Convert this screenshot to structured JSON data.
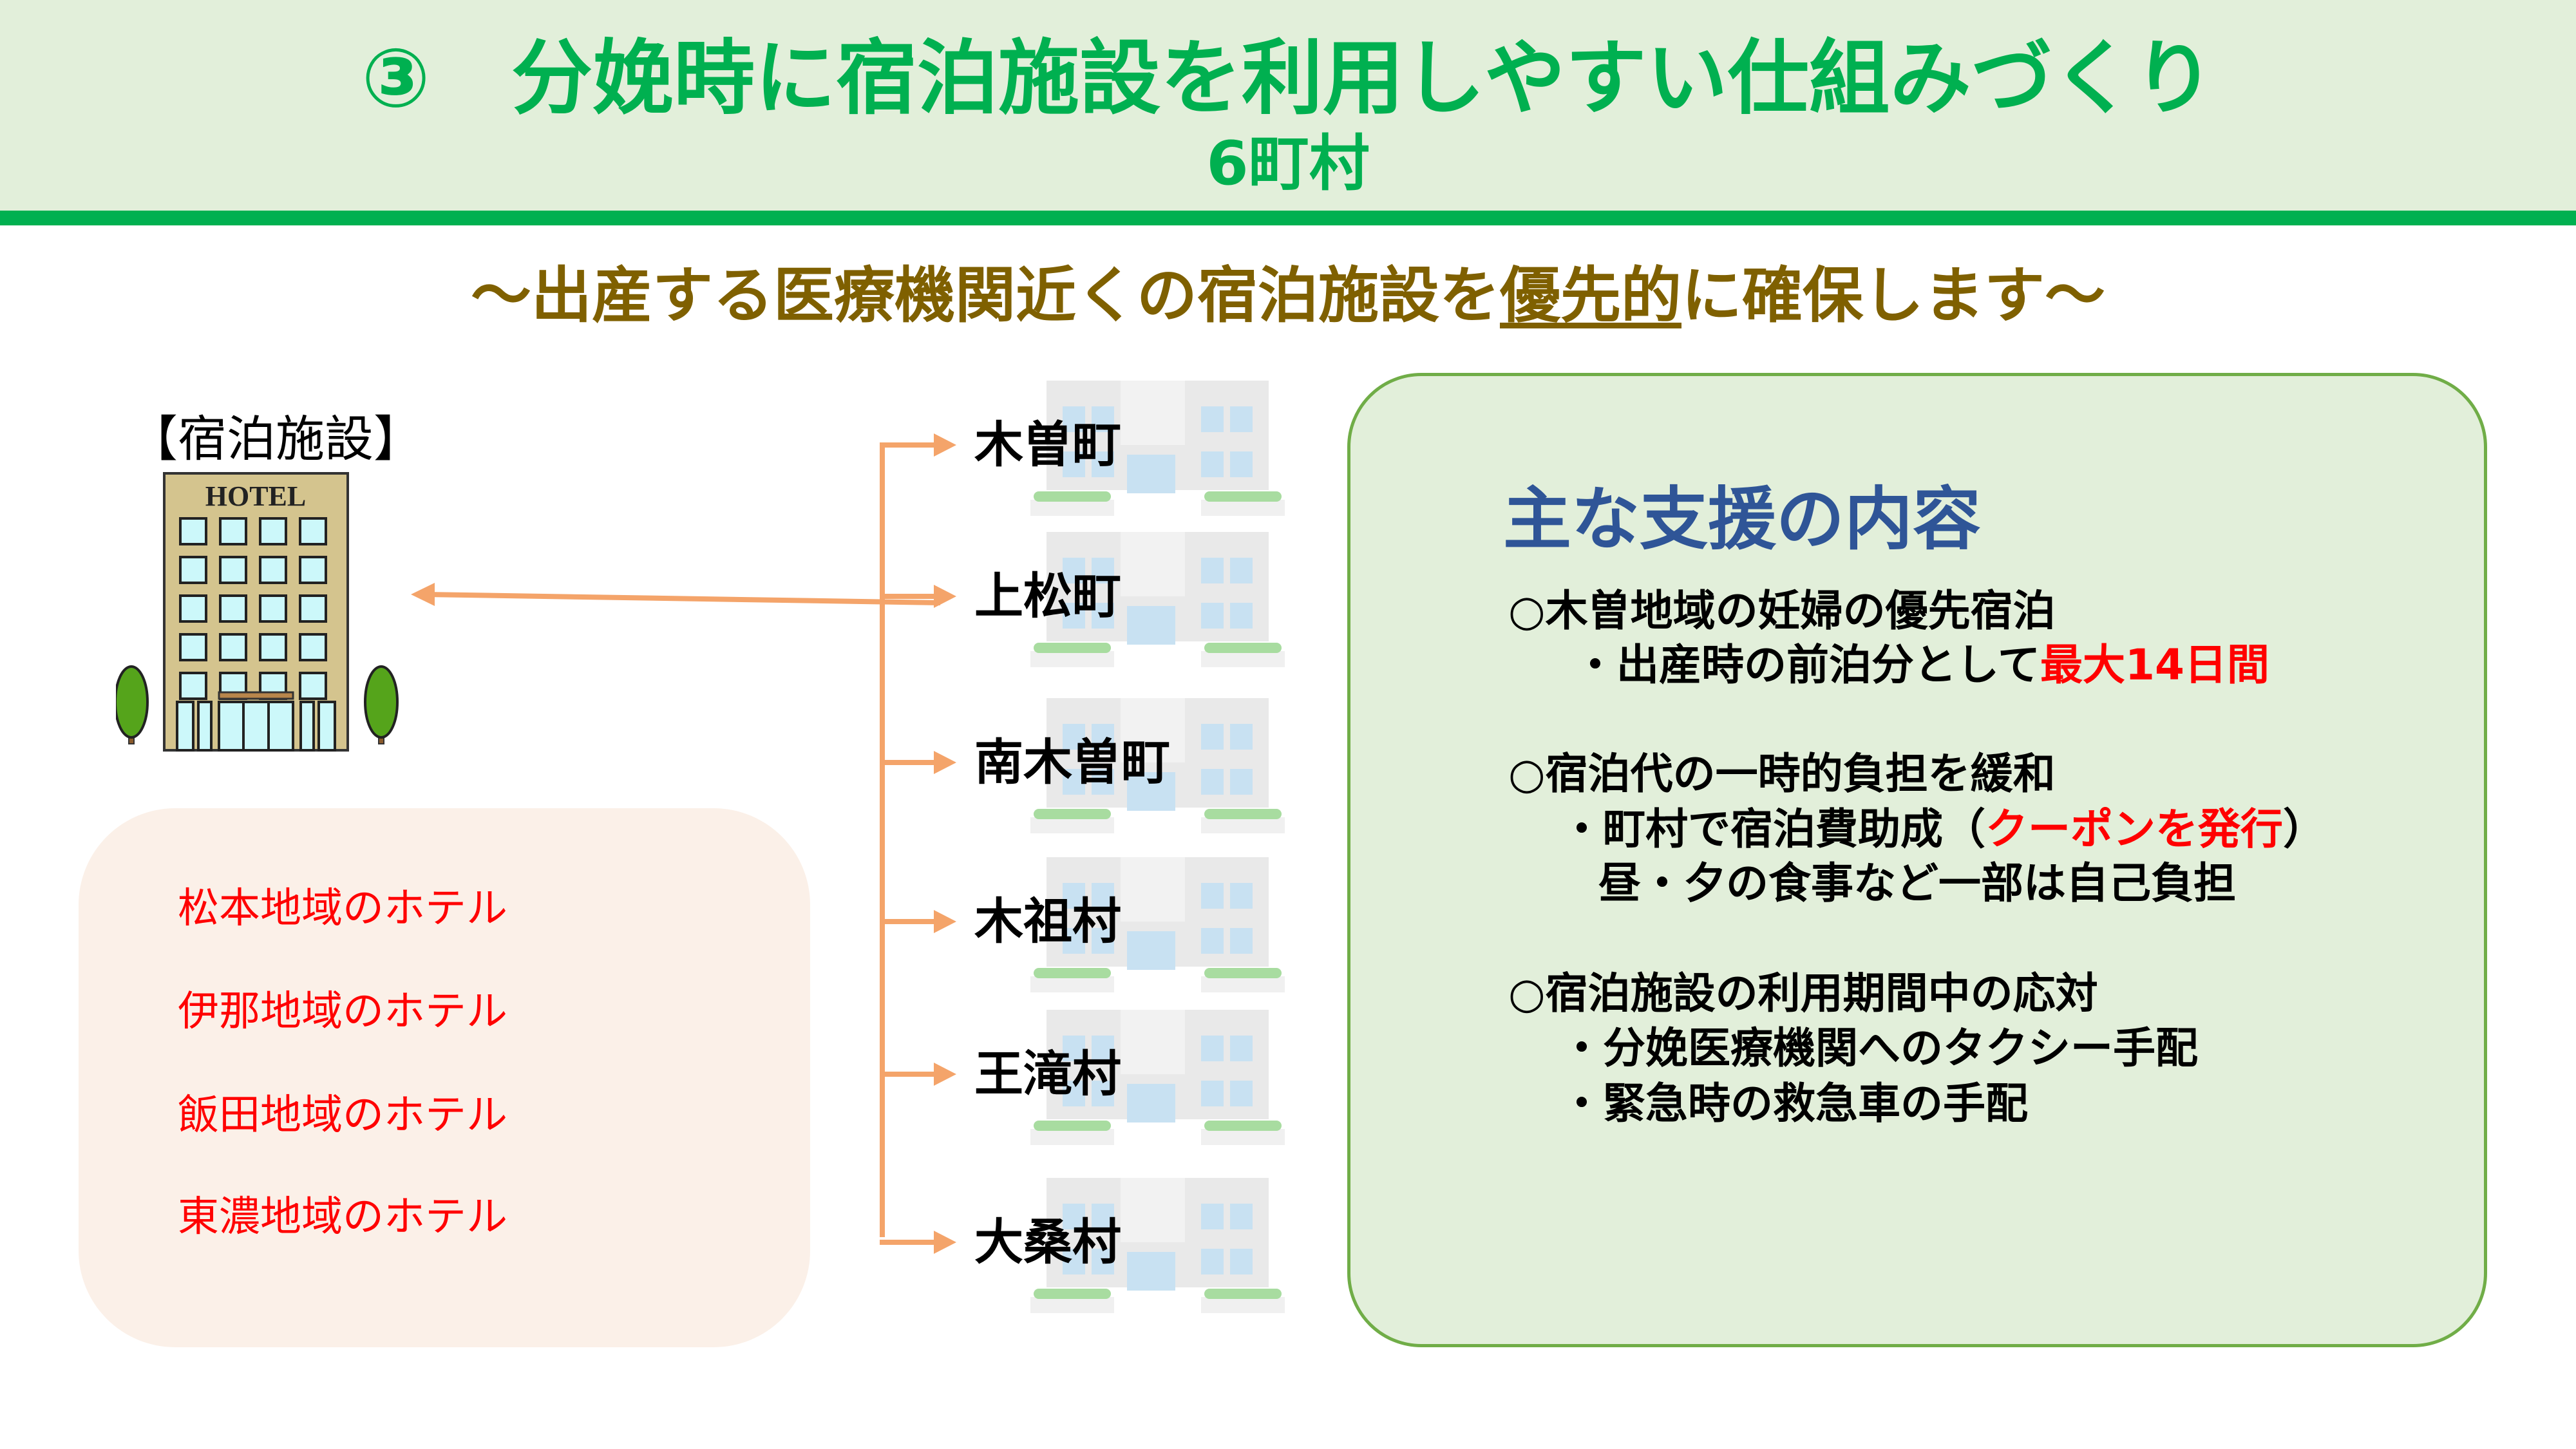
{
  "header": {
    "title": "③　分娩時に宿泊施設を利用しやすい仕組みづくり",
    "count": "6町村"
  },
  "subtitle": {
    "before": "～出産する医療機関近くの宿泊施設を",
    "underlined": "優先的",
    "after": "に確保します～"
  },
  "facility": {
    "label": "【宿泊施設】",
    "hotel_sign": "HOTEL",
    "hotels": [
      "松本地域のホテル",
      "伊那地域のホテル",
      "飯田地域のホテル",
      "東濃地域のホテル"
    ]
  },
  "towns": [
    "木曽町",
    "上松町",
    "南木曽町",
    "木祖村",
    "王滝村",
    "大桑村"
  ],
  "support": {
    "title": "主な支援の内容",
    "item1": {
      "heading": "○木曽地域の妊婦の優先宿泊",
      "detail_prefix": "・出産時の前泊分として",
      "detail_highlight": "最大14日間"
    },
    "item2": {
      "heading": "○宿泊代の一時的負担を緩和",
      "detail_prefix": "・町村で宿泊費助成（",
      "detail_highlight": "クーポンを発行",
      "detail_suffix": "）",
      "note": "昼・夕の食事など一部は自己負担"
    },
    "item3": {
      "heading": "○宿泊施設の利用期間中の応対",
      "details": [
        "・分娩医療機関へのタクシー手配",
        "・緊急時の救急車の手配"
      ]
    }
  },
  "colors": {
    "accent_green": "#00b050",
    "header_bg": "#e2efda",
    "subtitle": "#7f6000",
    "arrow": "#f4a46a",
    "highlight_red": "#ff0000",
    "support_title": "#2f5597"
  }
}
